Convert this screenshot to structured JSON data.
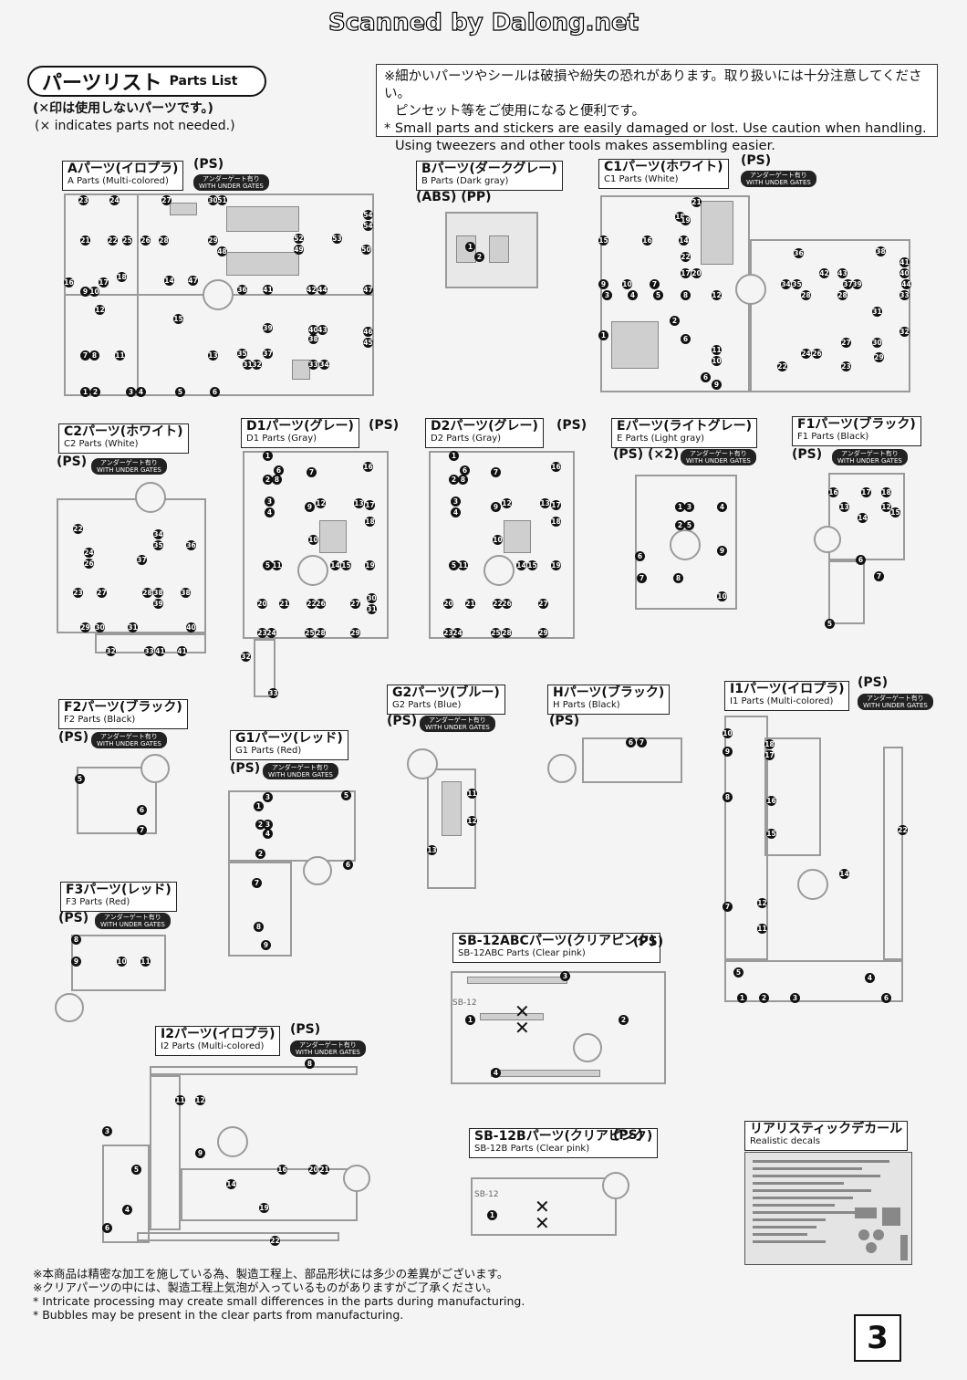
{
  "watermark": "Scanned by Dalong.net",
  "header": {
    "title_jp": "パーツリスト",
    "title_en": "Parts List",
    "note_jp": "(✕印は使用しないパーツです。)",
    "note_en": "(× indicates parts not needed.)"
  },
  "caution": {
    "line1": "※細かいパーツやシールは破損や紛失の恐れがあります。取り扱いには十分注意してください。",
    "line2": "ピンセット等をご使用になると便利です。",
    "line3": "* Small parts and stickers are easily damaged or lost. Use caution when handling.",
    "line4": "Using tweezers and other tools makes assembling easier."
  },
  "under_gates": {
    "jp": "アンダーゲート有り",
    "en": "WITH UNDER GATES"
  },
  "sheets": [
    {
      "id": "A",
      "jp": "Aパーツ(イロプラ)",
      "en": "A Parts (Multi-colored)",
      "material": "(PS)"
    },
    {
      "id": "B",
      "jp": "Bパーツ(ダークグレー)",
      "en": "B Parts (Dark gray)",
      "material": "(ABS) (PP)"
    },
    {
      "id": "C1",
      "jp": "C1パーツ(ホワイト)",
      "en": "C1 Parts (White)",
      "material": "(PS)"
    },
    {
      "id": "C2",
      "jp": "C2パーツ(ホワイト)",
      "en": "C2 Parts (White)",
      "material": "(PS)"
    },
    {
      "id": "D1",
      "jp": "D1パーツ(グレー)",
      "en": "D1 Parts (Gray)",
      "material": "(PS)"
    },
    {
      "id": "D2",
      "jp": "D2パーツ(グレー)",
      "en": "D2 Parts (Gray)",
      "material": "(PS)"
    },
    {
      "id": "E",
      "jp": "Eパーツ(ライトグレー)",
      "en": "E Parts (Light gray)",
      "material": "(PS) (×2)"
    },
    {
      "id": "F1",
      "jp": "F1パーツ(ブラック)",
      "en": "F1 Parts (Black)",
      "material": "(PS)"
    },
    {
      "id": "F2",
      "jp": "F2パーツ(ブラック)",
      "en": "F2 Parts (Black)",
      "material": "(PS)"
    },
    {
      "id": "G1",
      "jp": "G1パーツ(レッド)",
      "en": "G1 Parts (Red)",
      "material": "(PS)"
    },
    {
      "id": "G2",
      "jp": "G2パーツ(ブルー)",
      "en": "G2 Parts (Blue)",
      "material": "(PS)"
    },
    {
      "id": "H",
      "jp": "Hパーツ(ブラック)",
      "en": "H Parts (Black)",
      "material": "(PS)"
    },
    {
      "id": "I1",
      "jp": "I1パーツ(イロプラ)",
      "en": "I1 Parts (Multi-colored)",
      "material": "(PS)"
    },
    {
      "id": "F3",
      "jp": "F3パーツ(レッド)",
      "en": "F3 Parts (Red)",
      "material": "(PS)"
    },
    {
      "id": "SB12ABC",
      "jp": "SB-12ABCパーツ(クリアピンク)",
      "en": "SB-12ABC Parts (Clear pink)",
      "material": "(PS)"
    },
    {
      "id": "I2",
      "jp": "I2パーツ(イロプラ)",
      "en": "I2 Parts (Multi-colored)",
      "material": "(PS)"
    },
    {
      "id": "SB12B",
      "jp": "SB-12Bパーツ(クリアピンク)",
      "en": "SB-12B Parts (Clear pink)",
      "material": "(PS)"
    },
    {
      "id": "decal",
      "jp": "リアリスティックデカール",
      "en": "Realistic decals",
      "material": ""
    }
  ],
  "x_mark": "✕",
  "sprue_tag": "SB-12",
  "footer": {
    "line1": "※本商品は精密な加工を施している為、製造工程上、部品形状には多少の差異がございます。",
    "line2": "※クリアパーツの中には、製造工程上気泡が入っているものがありますがご了承ください。",
    "line3": "* Intricate processing may create small differences in the parts during manufacturing.",
    "line4": "* Bubbles may be present in the clear parts from manufacturing."
  },
  "page_number": "3"
}
